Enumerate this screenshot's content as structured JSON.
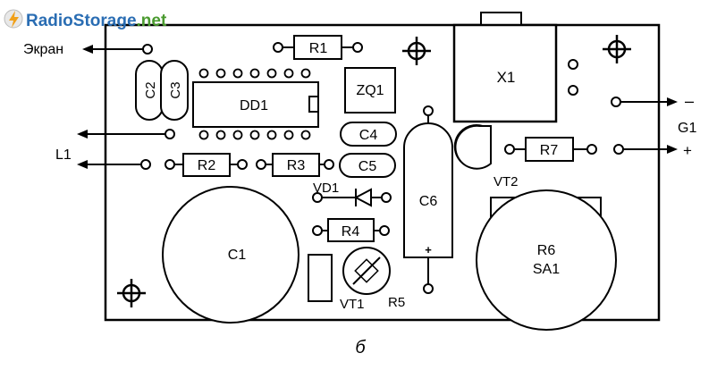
{
  "watermark": {
    "text_main": "RadioStorage",
    "text_suffix": ".net",
    "color_main": "#2a6db3",
    "color_suffix": "#4a9a2f",
    "icon": "bolt-logo-icon"
  },
  "labels": {
    "screen": "Экран",
    "l1_top": "L1",
    "g1": "G1",
    "minus": "–",
    "plus": "+",
    "caption": "б",
    "vd1": "VD1",
    "vt1": "VT1",
    "vt2": "VT2",
    "r5": "R5"
  },
  "components": {
    "r1": "R1",
    "r2": "R2",
    "r3": "R3",
    "r4": "R4",
    "r7": "R7",
    "c1": "C1",
    "c2": "C2",
    "c3": "C3",
    "c4": "C4",
    "c5": "C5",
    "c6": "C6",
    "c6_pol": "+",
    "dd1": "DD1",
    "zq1": "ZQ1",
    "x1": "X1",
    "r6": "R6",
    "sa1": "SA1"
  }
}
